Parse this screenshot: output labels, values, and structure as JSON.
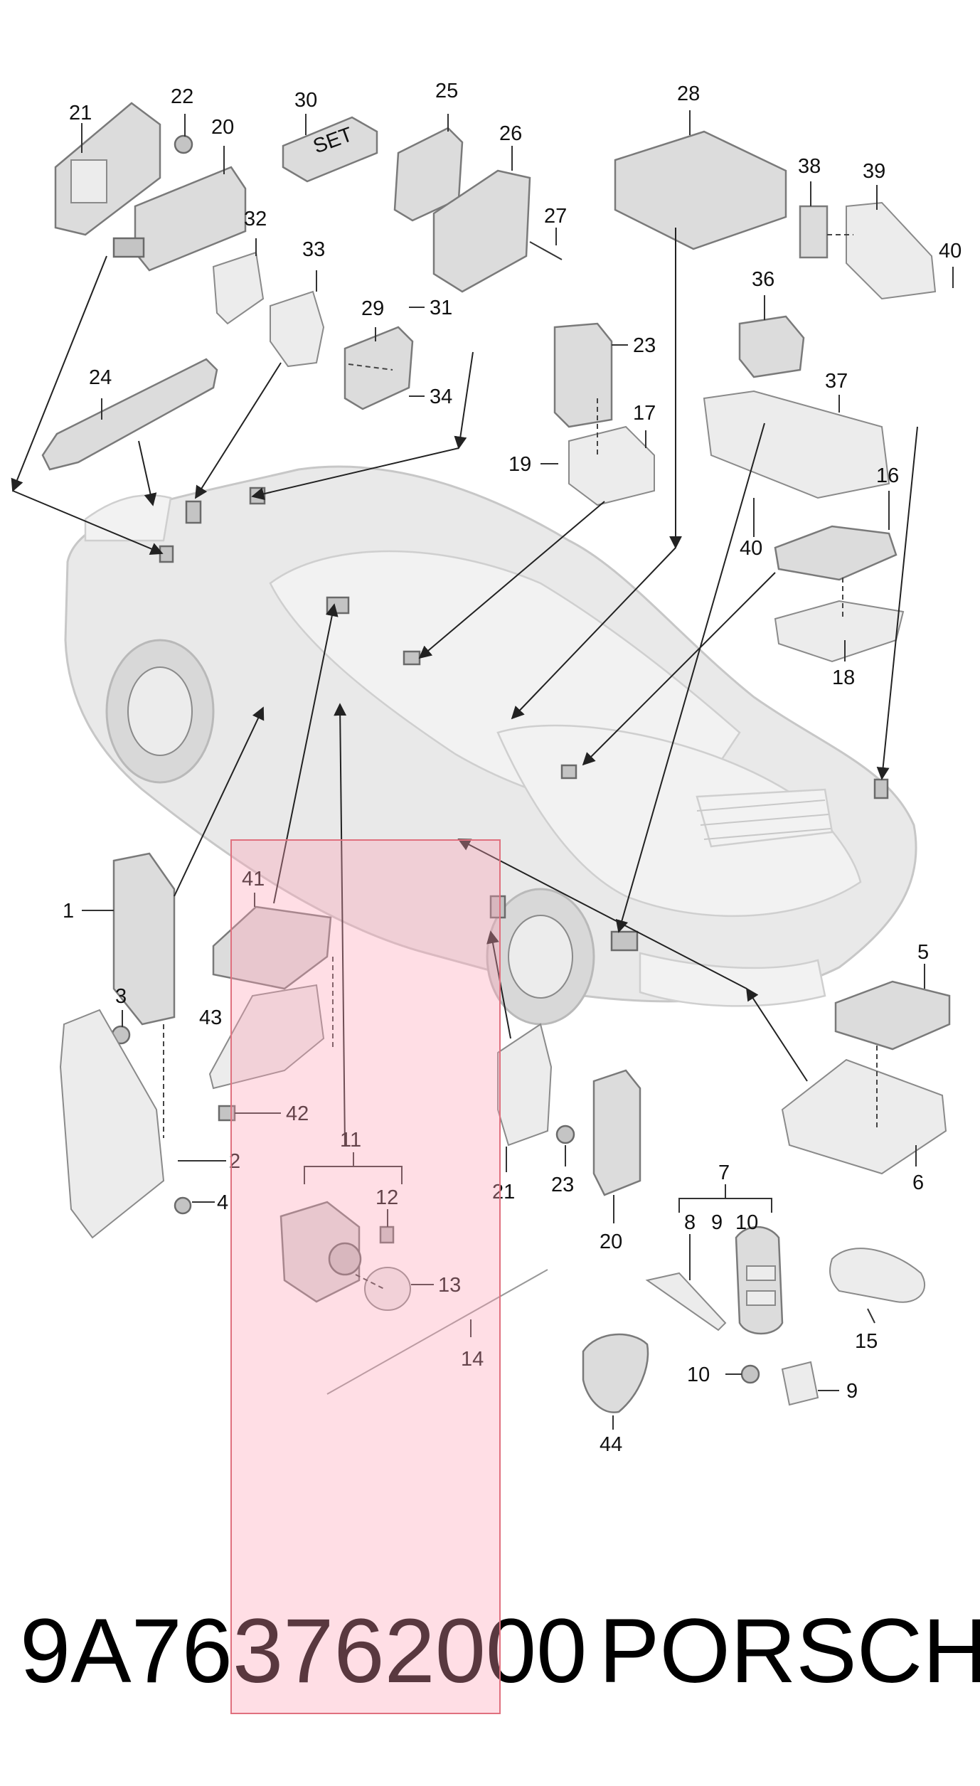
{
  "callouts": {
    "c1": "1",
    "c2": "2",
    "c3": "3",
    "c4": "4",
    "c5": "5",
    "c6": "6",
    "c7": "7",
    "c8": "8",
    "c9a": "9",
    "c9b": "9",
    "c10a": "10",
    "c10b": "10",
    "c11": "11",
    "c12": "12",
    "c13": "13",
    "c14": "14",
    "c15": "15",
    "c16": "16",
    "c17": "17",
    "c18": "18",
    "c19": "19",
    "c20a": "20",
    "c20b": "20",
    "c21a": "21",
    "c21b": "21",
    "c22": "22",
    "c23a": "23",
    "c23b": "23",
    "c24": "24",
    "c25": "25",
    "c26": "26",
    "c27": "27",
    "c28": "28",
    "c29": "29",
    "c30": "30",
    "c31": "31",
    "c32": "32",
    "c33": "33",
    "c34": "34",
    "c36": "36",
    "c37": "37",
    "c38": "38",
    "c39": "39",
    "c40a": "40",
    "c40b": "40",
    "c41": "41",
    "c42": "42",
    "c43": "43",
    "c44": "44"
  },
  "set_box_text": "SET",
  "footer": {
    "part_number": "9A763762000",
    "brand": "PORSCHE"
  },
  "highlight_color": "#ffc0cb"
}
